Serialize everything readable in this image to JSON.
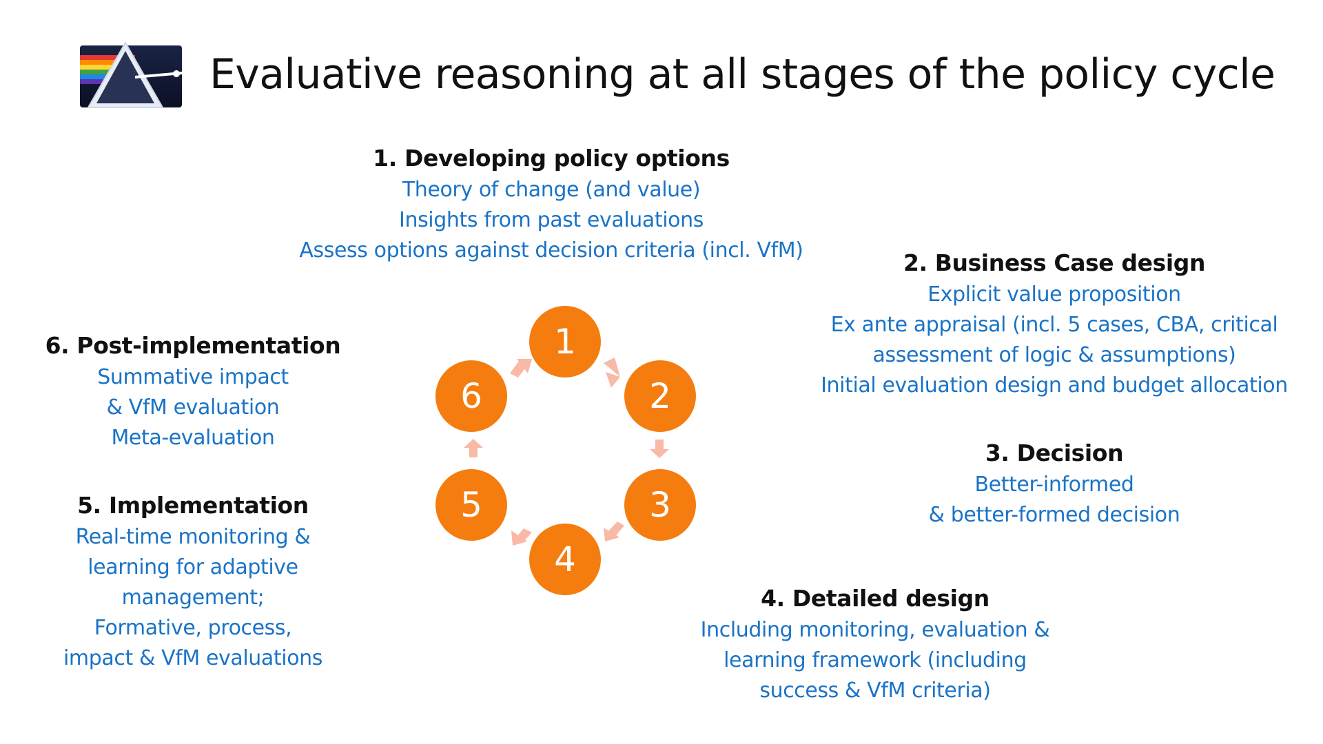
{
  "title": "Evaluative reasoning at all stages of the policy cycle",
  "colors": {
    "accent": "#f57d0f",
    "arrow": "#f8b9a6",
    "heading": "#111111",
    "body_text": "#1a73c6"
  },
  "logo": {
    "icon": "prism-icon"
  },
  "cycle": {
    "nodes": [
      "1",
      "2",
      "3",
      "4",
      "5",
      "6"
    ]
  },
  "stages": [
    {
      "heading": "1. Developing policy options",
      "lines": [
        "Theory of change (and value)",
        "Insights from past evaluations",
        "Assess options against decision criteria (incl. VfM)"
      ]
    },
    {
      "heading": "2. Business Case design",
      "lines": [
        "Explicit value proposition",
        "Ex ante appraisal (incl. 5 cases, CBA, critical",
        "assessment of logic & assumptions)",
        "Initial evaluation design and budget allocation"
      ]
    },
    {
      "heading": "3. Decision",
      "lines": [
        "Better-informed",
        "& better-formed decision"
      ]
    },
    {
      "heading": "4. Detailed design",
      "lines": [
        "Including monitoring, evaluation &",
        "learning framework (including",
        "success & VfM criteria)"
      ]
    },
    {
      "heading": "5. Implementation",
      "lines": [
        "Real-time monitoring &",
        "learning for adaptive",
        "management;",
        "Formative, process,",
        "impact & VfM evaluations"
      ]
    },
    {
      "heading": "6. Post-implementation",
      "lines": [
        "Summative impact",
        "& VfM evaluation",
        "Meta-evaluation"
      ]
    }
  ]
}
